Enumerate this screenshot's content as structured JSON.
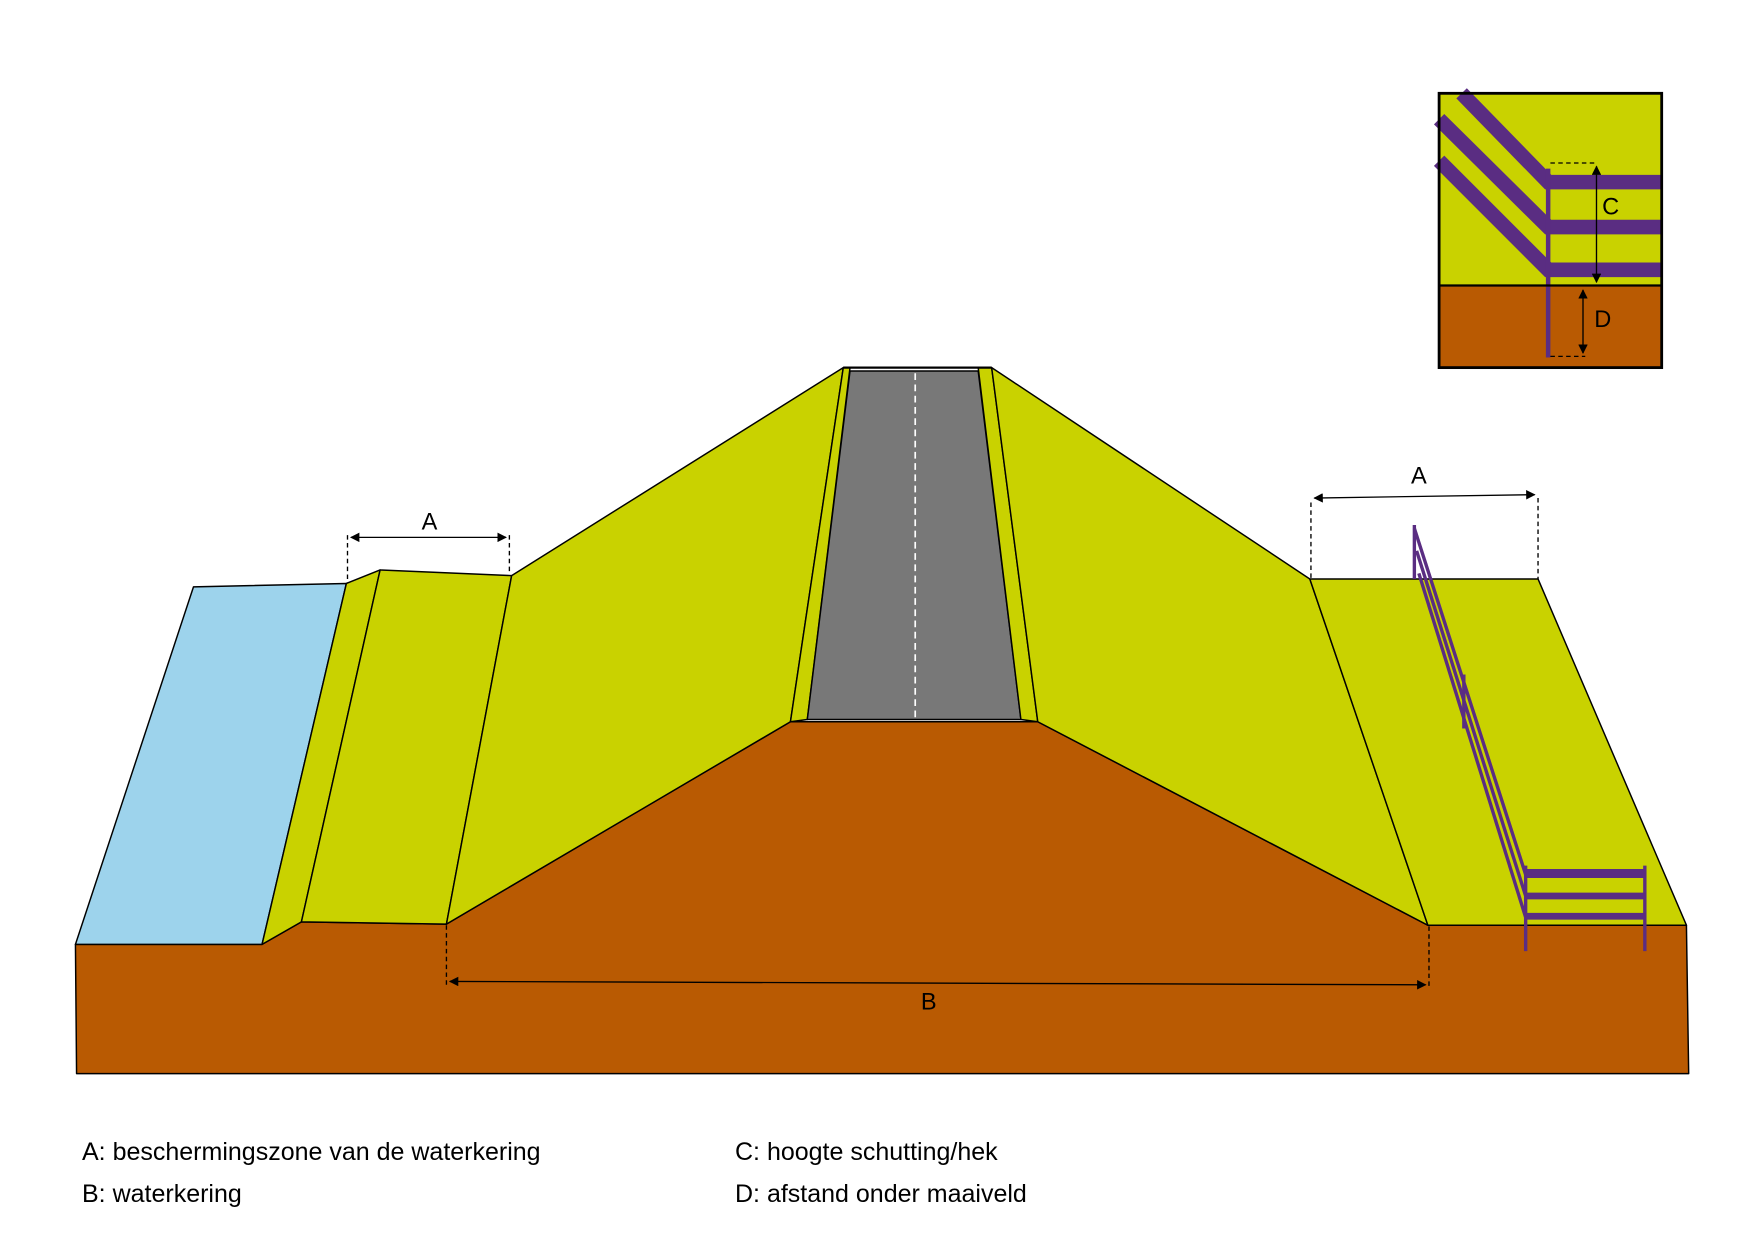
{
  "colors": {
    "grass": "#c9d200",
    "soil": "#b95a02",
    "water": "#9dd3ec",
    "road": "#787878",
    "fence": "#5a2d82"
  },
  "diagram": {
    "label_a_left": "A",
    "label_a_right": "A",
    "label_b": "B",
    "inset_label_c": "C",
    "inset_label_d": "D"
  },
  "legend": {
    "a": "A: beschermingszone van de waterkering",
    "b": "B: waterkering",
    "c": "C: hoogte schutting/hek",
    "d": "D: afstand onder maaiveld"
  }
}
